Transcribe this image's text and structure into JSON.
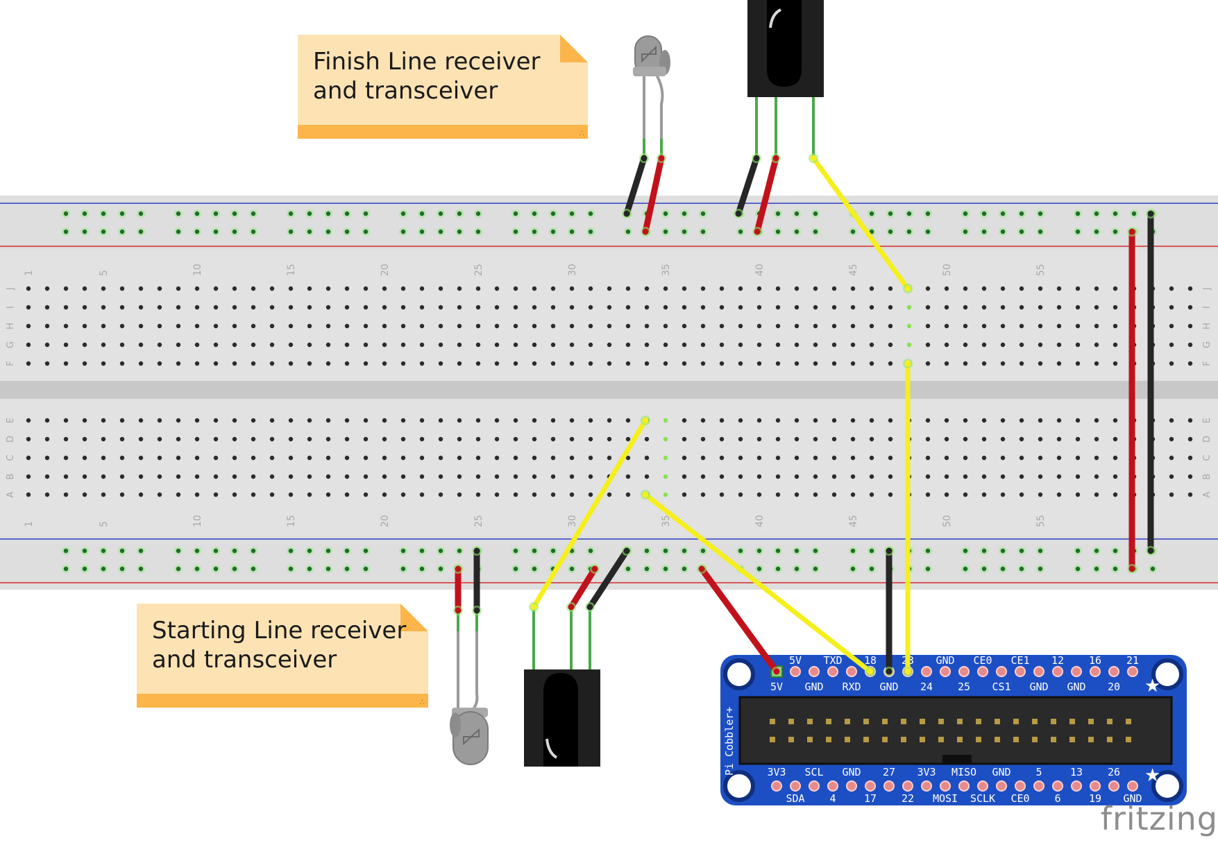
{
  "notes": {
    "finish": {
      "line1": "Finish Line receiver",
      "line2": "and transceiver"
    },
    "start": {
      "line1": "Starting Line receiver",
      "line2": "and transceiver"
    }
  },
  "breadboard": {
    "column_numbers": [
      "1",
      "5",
      "10",
      "15",
      "20",
      "25",
      "30",
      "35",
      "40",
      "45",
      "50",
      "55"
    ],
    "rows_top": [
      "J",
      "I",
      "H",
      "G",
      "F"
    ],
    "rows_bottom": [
      "E",
      "D",
      "C",
      "B",
      "A"
    ]
  },
  "cobbler": {
    "name": "Pi Cobbler+",
    "top_labels_upper": [
      "5V",
      "TXD",
      "18",
      "23",
      "GND",
      "CE0",
      "CE1",
      "12",
      "16",
      "21"
    ],
    "top_labels_lower": [
      "5V",
      "GND",
      "RXD",
      "GND",
      "24",
      "25",
      "CS1",
      "GND",
      "GND",
      "20"
    ],
    "bottom_labels_upper": [
      "3V3",
      "SCL",
      "GND",
      "27",
      "3V3",
      "MISO",
      "GND",
      "5",
      "13",
      "26"
    ],
    "bottom_labels_lower": [
      "SDA",
      "4",
      "17",
      "22",
      "MOSI",
      "SCLK",
      "CE0",
      "6",
      "19",
      "GND"
    ]
  },
  "colors": {
    "wire_yellow": "#f5ef1c",
    "wire_red": "#c1121c",
    "wire_black": "#262626",
    "lead_green": "#4aa84a",
    "board": "#dcdcdc",
    "cobbler_blue": "#1d4fc4",
    "note_fill": "#fde3b4",
    "note_bar": "#fbb54a"
  },
  "logo": "fritzing"
}
